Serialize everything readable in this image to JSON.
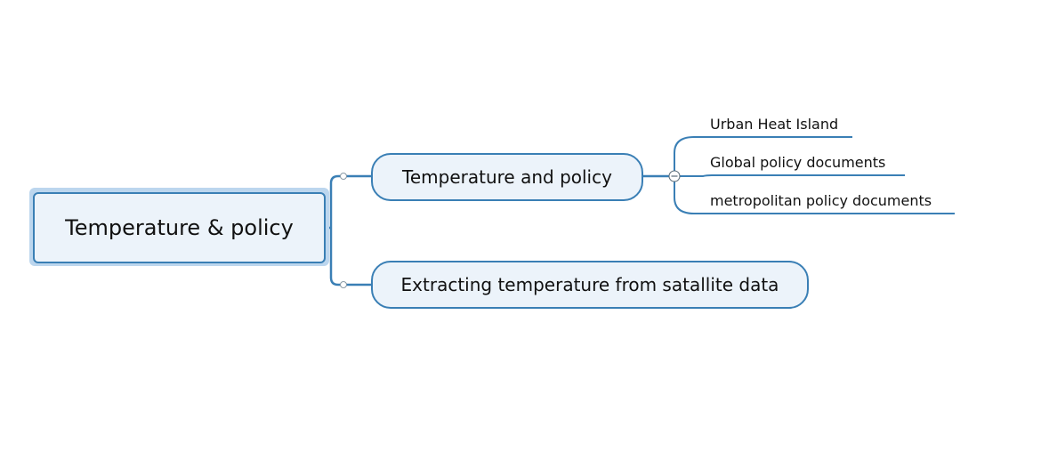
{
  "mindmap": {
    "central": {
      "label": "Temperature & policy"
    },
    "branches": [
      {
        "label": "Temperature and policy",
        "children": [
          "Urban Heat Island",
          "Global policy documents",
          "metropolitan policy documents"
        ],
        "collapsed": false
      },
      {
        "label": "Extracting temperature from satallite data",
        "children": []
      }
    ],
    "colors": {
      "line": "#3a7fb5",
      "node_fill": "#ecf3fa",
      "selection_halo": "#bcd6ee"
    }
  }
}
